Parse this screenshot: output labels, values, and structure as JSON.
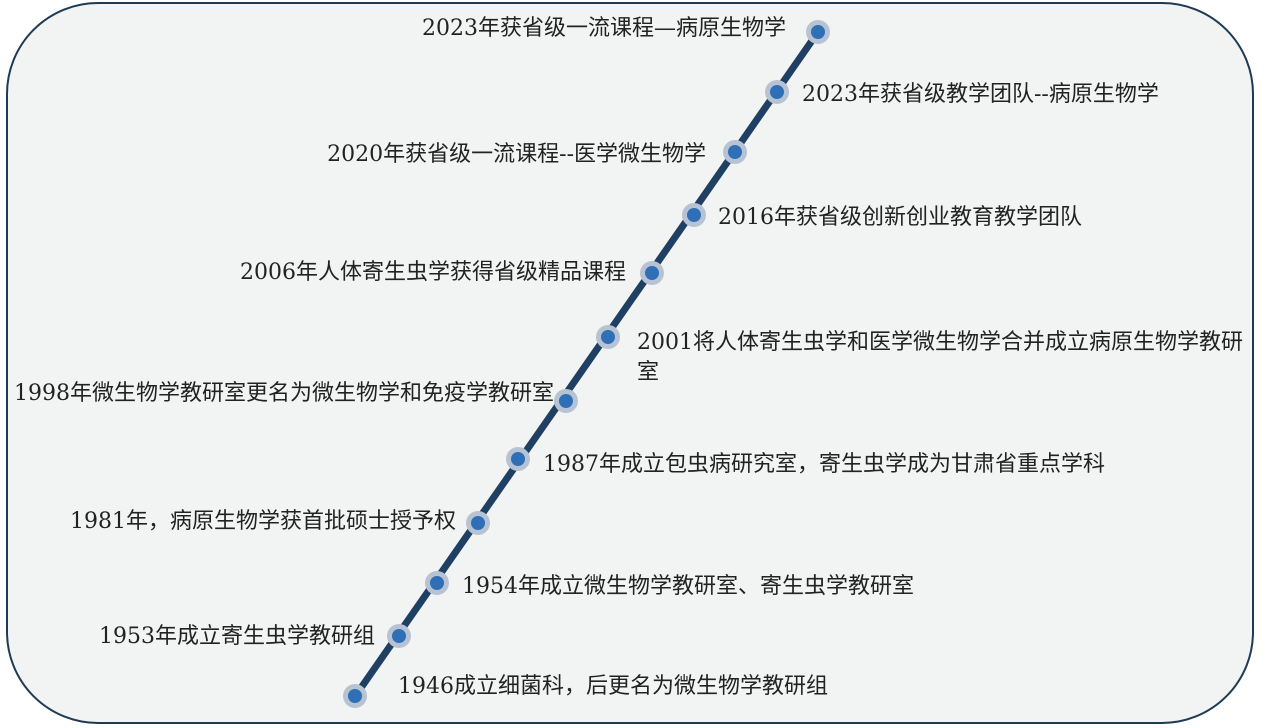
{
  "colors": {
    "line": "#1f3f63",
    "dot_fill": "#2f6fb6",
    "dot_ring": "#b7c3d3",
    "text": "#222222"
  },
  "events": [
    {
      "text": "2023年获省级一流课程—病原生物学",
      "side": "left"
    },
    {
      "text": "2023年获省级教学团队--病原生物学",
      "side": "right"
    },
    {
      "text": "2020年获省级一流课程--医学微生物学",
      "side": "left"
    },
    {
      "text": "2016年获省级创新创业教育教学团队",
      "side": "right"
    },
    {
      "text": "2006年人体寄生虫学获得省级精品课程",
      "side": "left"
    },
    {
      "text": "2001将人体寄生虫学和医学微生物学合并成立病原生物学教研室",
      "side": "right"
    },
    {
      "text": "1998年微生物学教研室更名为微生物学和免疫学教研室",
      "side": "left"
    },
    {
      "text": "1987年成立包虫病研究室，寄生虫学成为甘肃省重点学科",
      "side": "right"
    },
    {
      "text": "1981年，病原生物学获首批硕士授予权",
      "side": "left"
    },
    {
      "text": "1954年成立微生物学教研室、寄生虫学教研室",
      "side": "right"
    },
    {
      "text": "1953年成立寄生虫学教研组",
      "side": "left"
    },
    {
      "text": "1946成立细菌科，后更名为微生物学教研组",
      "side": "right"
    }
  ]
}
